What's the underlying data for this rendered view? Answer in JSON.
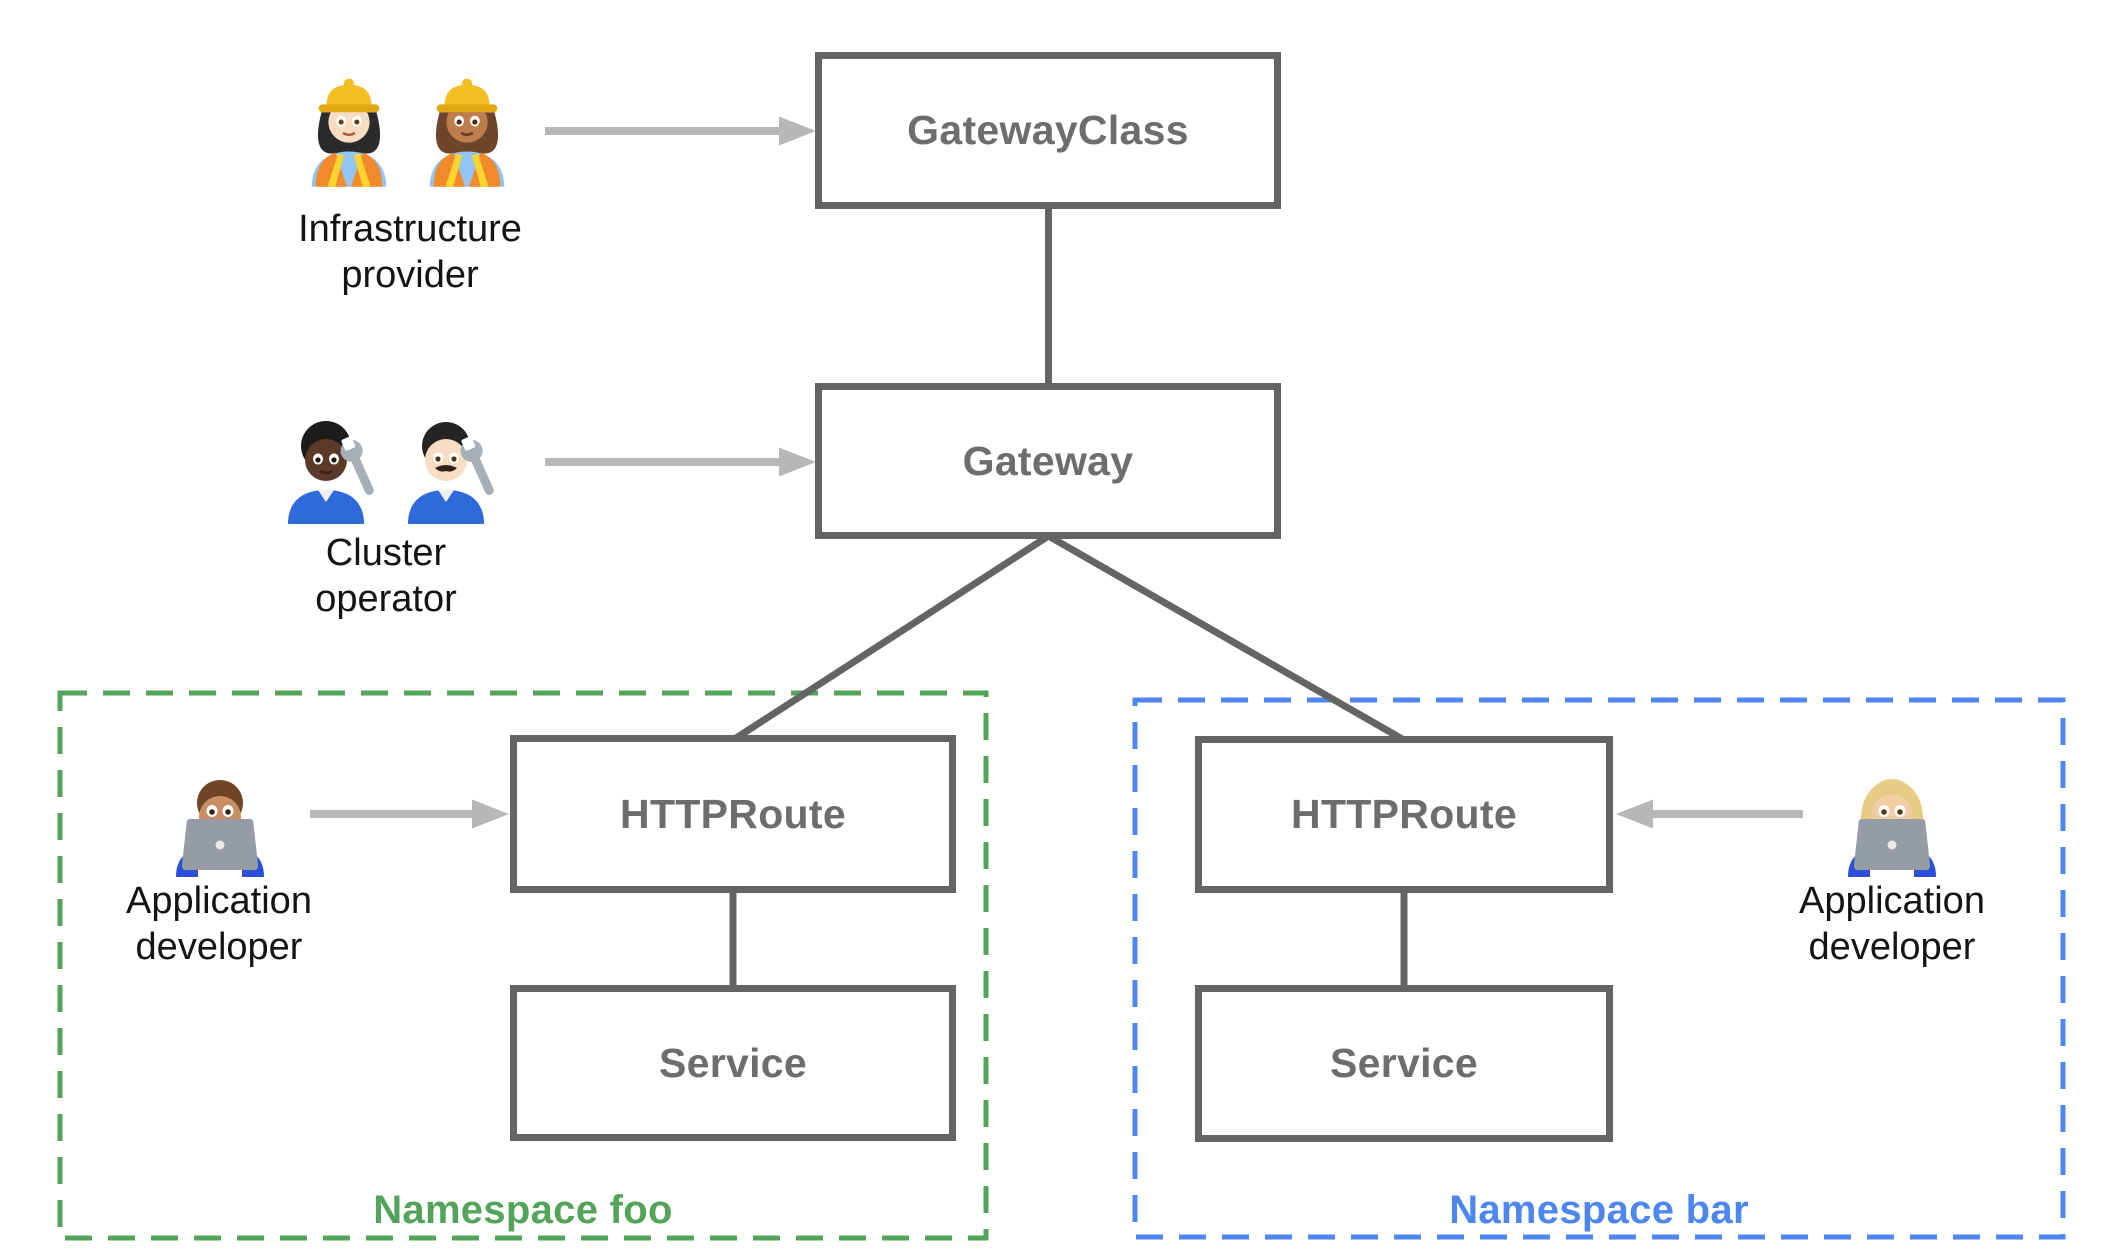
{
  "palette": {
    "background": "#ffffff",
    "node_border": "#646464",
    "node_label": "#6d6d6d",
    "connector": "#646464",
    "arrow": "#b7b7b7",
    "namespace_foo": "#53a35a",
    "namespace_bar": "#4d86ee",
    "actor_label": "#141414"
  },
  "nodes": {
    "gateway_class": {
      "label": "GatewayClass"
    },
    "gateway": {
      "label": "Gateway"
    },
    "httproute_foo": {
      "label": "HTTPRoute"
    },
    "service_foo": {
      "label": "Service"
    },
    "httproute_bar": {
      "label": "HTTPRoute"
    },
    "service_bar": {
      "label": "Service"
    }
  },
  "namespaces": {
    "foo": {
      "label": "Namespace foo",
      "color": "#53a35a",
      "border_style": "dashed"
    },
    "bar": {
      "label": "Namespace bar",
      "color": "#4d86ee",
      "border_style": "dashed"
    }
  },
  "actors": {
    "infrastructure_provider": {
      "label": "Infrastructure\nprovider",
      "emoji": "👷🏻‍♀️👷🏽‍♀️",
      "icons": [
        "woman-construction-worker-light-icon",
        "woman-construction-worker-medium-icon"
      ]
    },
    "cluster_operator": {
      "label": "Cluster\noperator",
      "emoji": "🧑🏿‍🔧👨🏻‍🔧",
      "icons": [
        "mechanic-dark-icon",
        "man-mechanic-light-icon"
      ]
    },
    "application_developer_foo": {
      "label": "Application\ndeveloper",
      "emoji": "👨🏽‍💻",
      "icons": [
        "man-technologist-icon"
      ]
    },
    "application_developer_bar": {
      "label": "Application\ndeveloper",
      "emoji": "👩🏼‍💻",
      "icons": [
        "woman-technologist-icon"
      ]
    }
  },
  "edges": [
    {
      "from": "gateway_class",
      "to": "gateway",
      "type": "line"
    },
    {
      "from": "gateway",
      "to": "httproute_foo",
      "type": "line"
    },
    {
      "from": "gateway",
      "to": "httproute_bar",
      "type": "line"
    },
    {
      "from": "httproute_foo",
      "to": "service_foo",
      "type": "line"
    },
    {
      "from": "httproute_bar",
      "to": "service_bar",
      "type": "line"
    },
    {
      "from": "infrastructure_provider",
      "to": "gateway_class",
      "type": "arrow"
    },
    {
      "from": "cluster_operator",
      "to": "gateway",
      "type": "arrow"
    },
    {
      "from": "application_developer_foo",
      "to": "httproute_foo",
      "type": "arrow"
    },
    {
      "from": "application_developer_bar",
      "to": "httproute_bar",
      "type": "arrow"
    }
  ]
}
